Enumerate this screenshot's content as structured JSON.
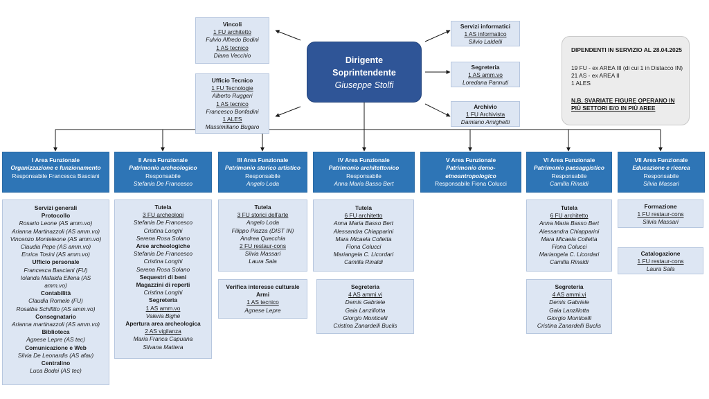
{
  "director": {
    "title_line1": "Dirigente",
    "title_line2": "Soprintendente",
    "name": "Giuseppe Stolfi"
  },
  "top_boxes": {
    "vincoli": {
      "title": "Vincoli",
      "role1": "1 FU architetto",
      "name1": "Fulvio Alfredo Bodini",
      "role2": "1 AS tecnico",
      "name2": "Diana Vecchio"
    },
    "ufficio_tecnico": {
      "title": "Ufficio Tecnico",
      "role1": "1 FU Tecnologie",
      "name1": "Alberto Ruggeri",
      "role2": "1 AS tecnico",
      "name2": "Francesco Bonfadini",
      "role3": "1 ALES",
      "name3": "Massimiliano Bugaro"
    },
    "servizi_informatici": {
      "title": "Servizi informatici",
      "role1": "1 AS informatico",
      "name1": "Silvio Laldelli"
    },
    "segreteria": {
      "title": "Segreteria",
      "role1": "1 AS amm.vo",
      "name1": "Loredana Pannuti"
    },
    "archivio": {
      "title": "Archivio",
      "role1": "1 FU Archivista",
      "name1": "Damiano Amighetti"
    }
  },
  "staff_summary": {
    "heading": "DIPENDENTI IN SERVIZIO AL 28.04.2025",
    "line1": "19 FU - ex AREA III  (di cui 1 in Distacco IN)",
    "line2": "21 AS - ex AREA II",
    "line3": "1 ALES",
    "note": "N.B. SVARIATE FIGURE OPERANO IN PIÙ SETTORI E/O IN PIÙ AREE"
  },
  "areas": [
    {
      "title": "I Area Funzionale",
      "subtitle": "Organizzazione e funzionamento",
      "resp_line": "Responsabile Francesca Basciani"
    },
    {
      "title": "II Area Funzionale",
      "subtitle": "Patrimonio archeologico",
      "resp": "Responsabile",
      "name": "Stefania De Francesco"
    },
    {
      "title": "III Area Funzionale",
      "subtitle": "Patrimonio storico artistico",
      "resp": "Responsabile",
      "name": "Angelo Loda"
    },
    {
      "title": "IV Area Funzionale",
      "subtitle": "Patrimonio architettonico",
      "resp": "Responsabile",
      "name": "Anna Maria Basso Bert"
    },
    {
      "title": "V Area Funzionale",
      "subtitle": "Patrimonio demo-etnoantropologico",
      "resp_line": "Responsabile Fiona Colucci"
    },
    {
      "title": "VI Area Funzionale",
      "subtitle": "Patrimonio paesaggistico",
      "resp": "Responsabile",
      "name": "Camilla Rinaldi"
    },
    {
      "title": "VII Area Funzionale",
      "subtitle": "Educazione e ricerca",
      "resp": "Responsabile",
      "name": "Silvia Massari"
    }
  ],
  "area1_box": {
    "h1": "Servizi generali",
    "h2": "Protocollo",
    "p1": "Rosario Leone (AS amm.vo)",
    "p2": "Arianna Martinazzoli (AS amm.vo)",
    "p3": "Vincenzo Monteleone (AS amm.vo)",
    "p4": "Claudia Pepe (AS amm.vo)",
    "p5": "Enrica Tosini (AS amm.vo)",
    "h3": "Ufficio personale",
    "p6": "Francesca Basciani (FU)",
    "p7": "Iolanda Mafalda Ellena (AS",
    "p8": "amm.vo)",
    "h4": "Contabilità",
    "p9": "Claudia Romele (FU)",
    "p10": "Rosalba Schifitto  (AS amm.vo)",
    "h5": "Consegnatario",
    "p11": "Arianna martinazzoli (AS amm.vo)",
    "h6": "Biblioteca",
    "p12": "Agnese Lepre (AS tec)",
    "h7": "Comunicazione e Web",
    "p13": "Silvia De Leonardis (AS afav)",
    "h8": "Centralino",
    "p14": "Luca Bodei (AS tec)"
  },
  "area2_box": {
    "h1": "Tutela",
    "r1": "3 FU archeologi",
    "p1": "Stefania De Francesco",
    "p2": "Cristina Longhi",
    "p3": "Serena Rosa Solano",
    "h2": "Aree archeologiche",
    "p4": "Stefania De Francesco",
    "p5": "Cristina Longhi",
    "p6": "Serena Rosa Solano",
    "h3": "Sequestri di beni",
    "h4": "Magazzini di reperti",
    "p7": "Cristina Longhi",
    "h5": "Segreteria",
    "r2": "1 AS  amm.vo",
    "p8": "Valeria Bighè",
    "h6": "Apertura area archeologica",
    "r3": "2 AS  vigilanza",
    "p9": "Maria Franca Capuana",
    "p10": "Silvana Mattera"
  },
  "area3_box": {
    "h1": "Tutela",
    "r1": "3 FU storici dell'arte",
    "p1": "Angelo Loda",
    "p2": "Filippo Piazza (DIST IN)",
    "p3": "Andrea Quecchia",
    "r2": "2 FU restaur-cons",
    "p4": "Silvia Massari",
    "p5": "Laura Sala"
  },
  "area3_box2": {
    "h1": "Verifica interesse culturale",
    "h2": "Armi",
    "r1": "1 AS tecnico",
    "p1": "Agnese Lepre"
  },
  "area4_box": {
    "h1": "Tutela",
    "r1": "6 FU architetto",
    "p1": "Anna Maria Basso Bert",
    "p2": "Alessandra Chiapparini",
    "p3": "Mara Micaela Colletta",
    "p4": "Fiona Colucci",
    "p5": "Mariangela C. Licordari",
    "p6": "Camilla Rinaldi"
  },
  "area4_box2": {
    "h1": "Segreteria",
    "r1": "4 AS  ammi.vi",
    "p1": "Demis Gabriele",
    "p2": "Gaia Lanzillotta",
    "p3": "Giorgio Monticelli",
    "p4": "Cristina Zanardelli Buclis"
  },
  "area6_box": {
    "h1": "Tutela",
    "r1": "6 FU architetto",
    "p1": "Anna Maria Basso Bert",
    "p2": "Alessandra Chiapparini",
    "p3": "Mara Micaela Colletta",
    "p4": "Fiona Colucci",
    "p5": "Mariangela C. Licordari",
    "p6": "Camilla Rinaldi"
  },
  "area6_box2": {
    "h1": "Segreteria",
    "r1": "4 AS  ammi.vi",
    "p1": "Demis Gabriele",
    "p2": "Gaia Lanzillotta",
    "p3": "Giorgio Monticelli",
    "p4": "Cristina Zanardelli Buclis"
  },
  "area7_box": {
    "h1": "Formazione",
    "r1": "1 FU restaur-cons",
    "p1": "Silvia Massari"
  },
  "area7_box2": {
    "h1": "Catalogazione",
    "r1": "1 FU restaur-cons",
    "p1": "Laura Sala"
  },
  "colors": {
    "director_fill": "#2f5597",
    "area_fill": "#2e75b6",
    "box_fill": "#dde6f3",
    "summary_fill": "#ececec",
    "connector": "#1a1a1a"
  }
}
